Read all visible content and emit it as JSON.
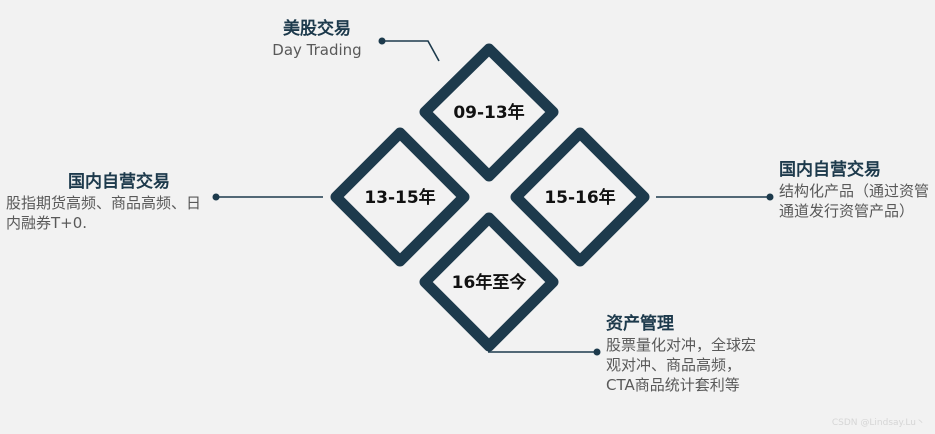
{
  "petals": {
    "top": "09-13年",
    "left": "13-15年",
    "right": "15-16年",
    "bottom": "16年至今"
  },
  "labels": {
    "us": {
      "title": "美股交易",
      "desc": "Day Trading"
    },
    "domestic_left": {
      "title": "国内自营交易",
      "desc": "股指期货高频、商品高频、日内融券T+0."
    },
    "domestic_right": {
      "title": "国内自营交易",
      "desc": "结构化产品（通过资管通道发行资管产品）"
    },
    "asset_mgmt": {
      "title": "资产管理",
      "desc": "股票量化对冲，全球宏观对冲、商品高频，CTA商品统计套利等"
    }
  },
  "colors": {
    "stroke": "#1d3a4c",
    "connector": "#1d3a4c",
    "background": "#f2f2f2"
  },
  "watermark": "CSDN @Lindsay.Lu丶"
}
